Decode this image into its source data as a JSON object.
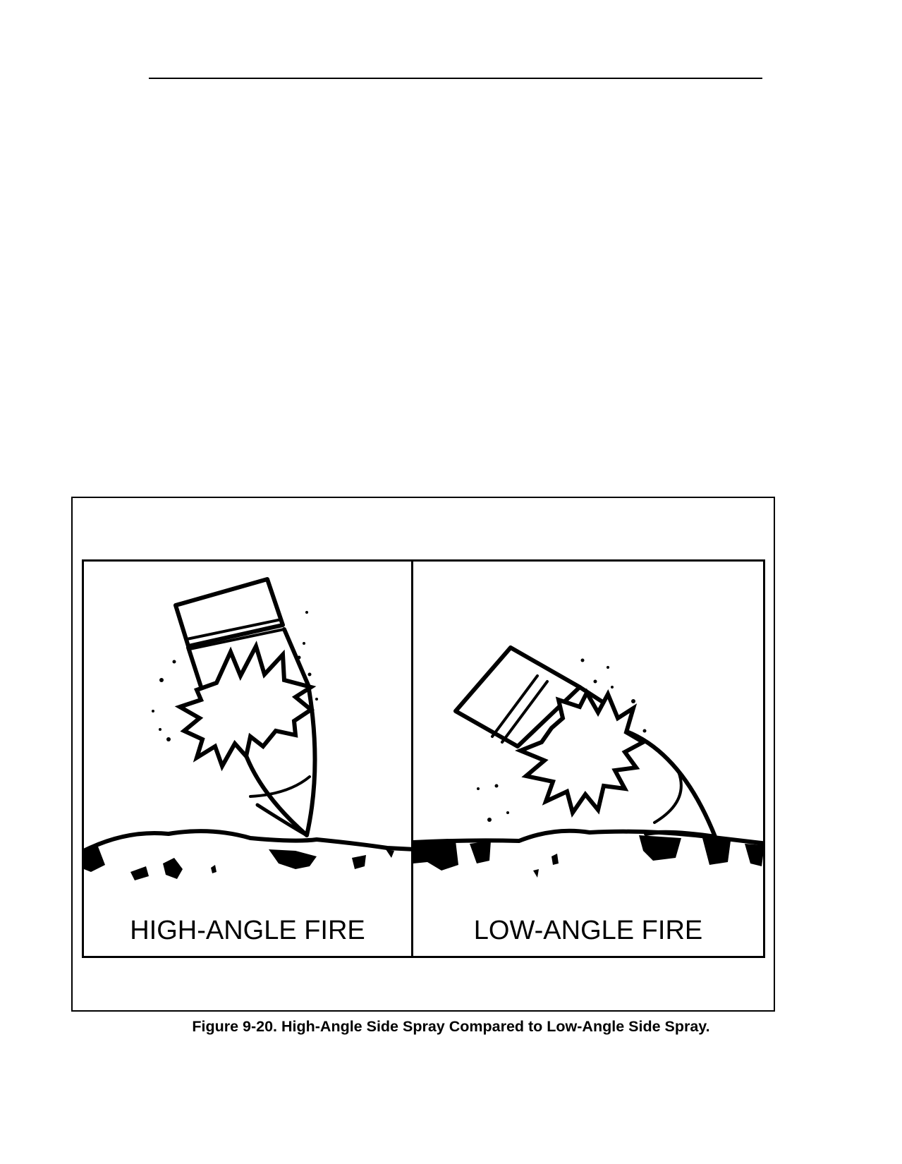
{
  "figure": {
    "panels": [
      {
        "label": "HIGH-ANGLE FIRE",
        "impact": "high-angle"
      },
      {
        "label": "LOW-ANGLE FIRE",
        "impact": "low-angle"
      }
    ],
    "caption": "Figure 9-20.  High-Angle Side Spray Compared to Low-Angle Side Spray."
  }
}
